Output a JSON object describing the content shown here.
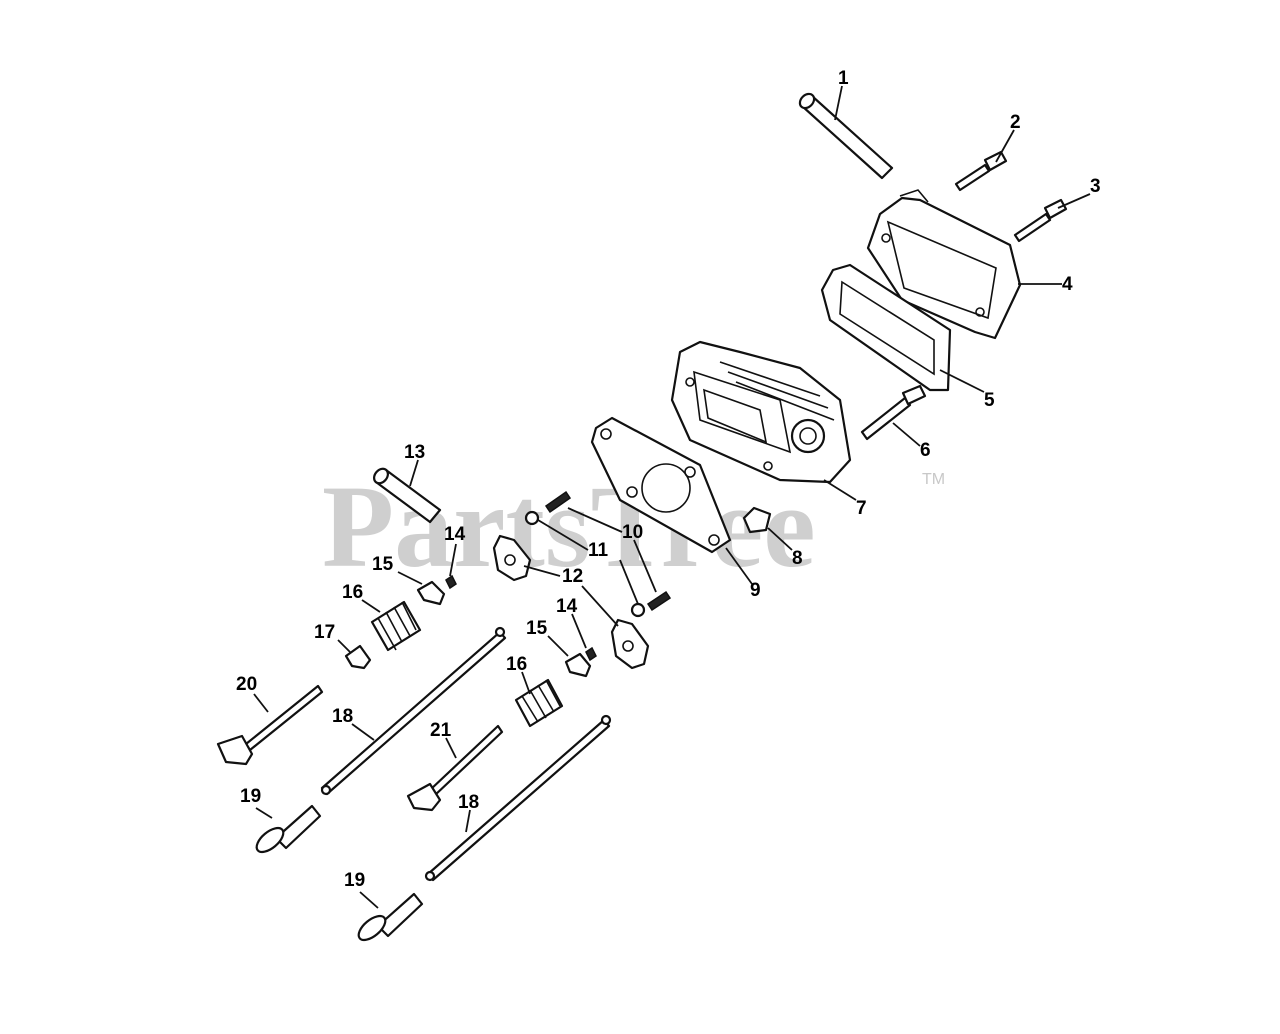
{
  "watermark": {
    "brand": "PartsTree",
    "trademark": "TM"
  },
  "callouts": [
    "1",
    "2",
    "3",
    "4",
    "5",
    "6",
    "7",
    "8",
    "9",
    "10",
    "11",
    "12",
    "13",
    "14",
    "15",
    "16",
    "17",
    "18",
    "19",
    "20",
    "21"
  ]
}
